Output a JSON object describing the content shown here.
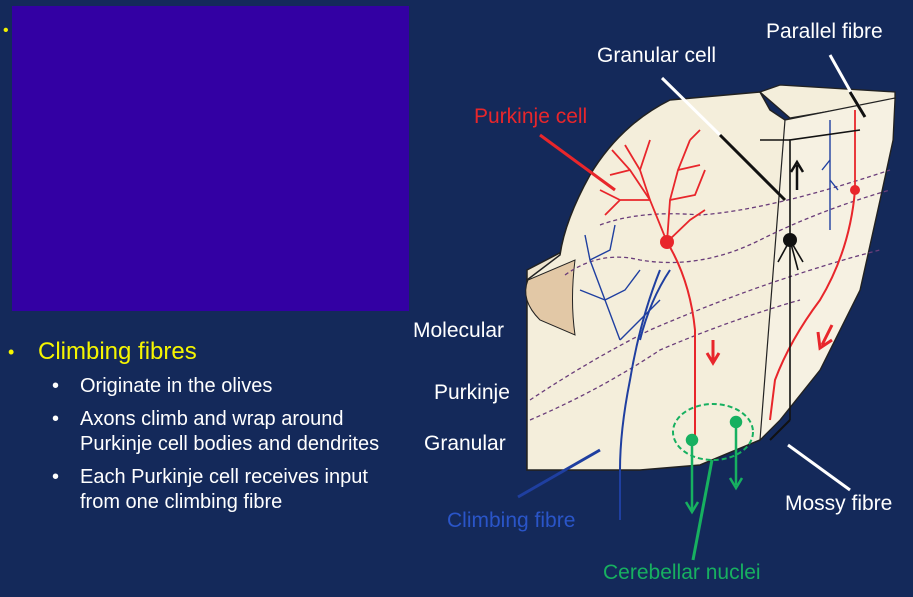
{
  "top_bullet": "•",
  "list": {
    "main_bullet": "•",
    "heading": "Climbing fibres",
    "sub_bullet": "•",
    "items": [
      "Originate in the olives",
      "Axons climb and wrap around Purkinje cell bodies and dendrites",
      "Each Purkinje cell receives input from one climbing fibre"
    ]
  },
  "diagram": {
    "labels": {
      "parallel_fibre": "Parallel fibre",
      "granular_cell": "Granular cell",
      "purkinje_cell": "Purkinje cell",
      "molecular": "Molecular",
      "purkinje_layer": "Purkinje",
      "granular_layer": "Granular",
      "climbing_fibre": "Climbing fibre",
      "mossy_fibre": "Mossy fibre",
      "cerebellar_nuclei": "Cerebellar nuclei"
    },
    "colors": {
      "background": "#14295a",
      "box": "#3300a3",
      "purkinje": "#e8262b",
      "climbing": "#1f3fa0",
      "nuclei": "#17b060",
      "tissue": "#f4eedb",
      "yellow_text": "#f5f500"
    }
  }
}
